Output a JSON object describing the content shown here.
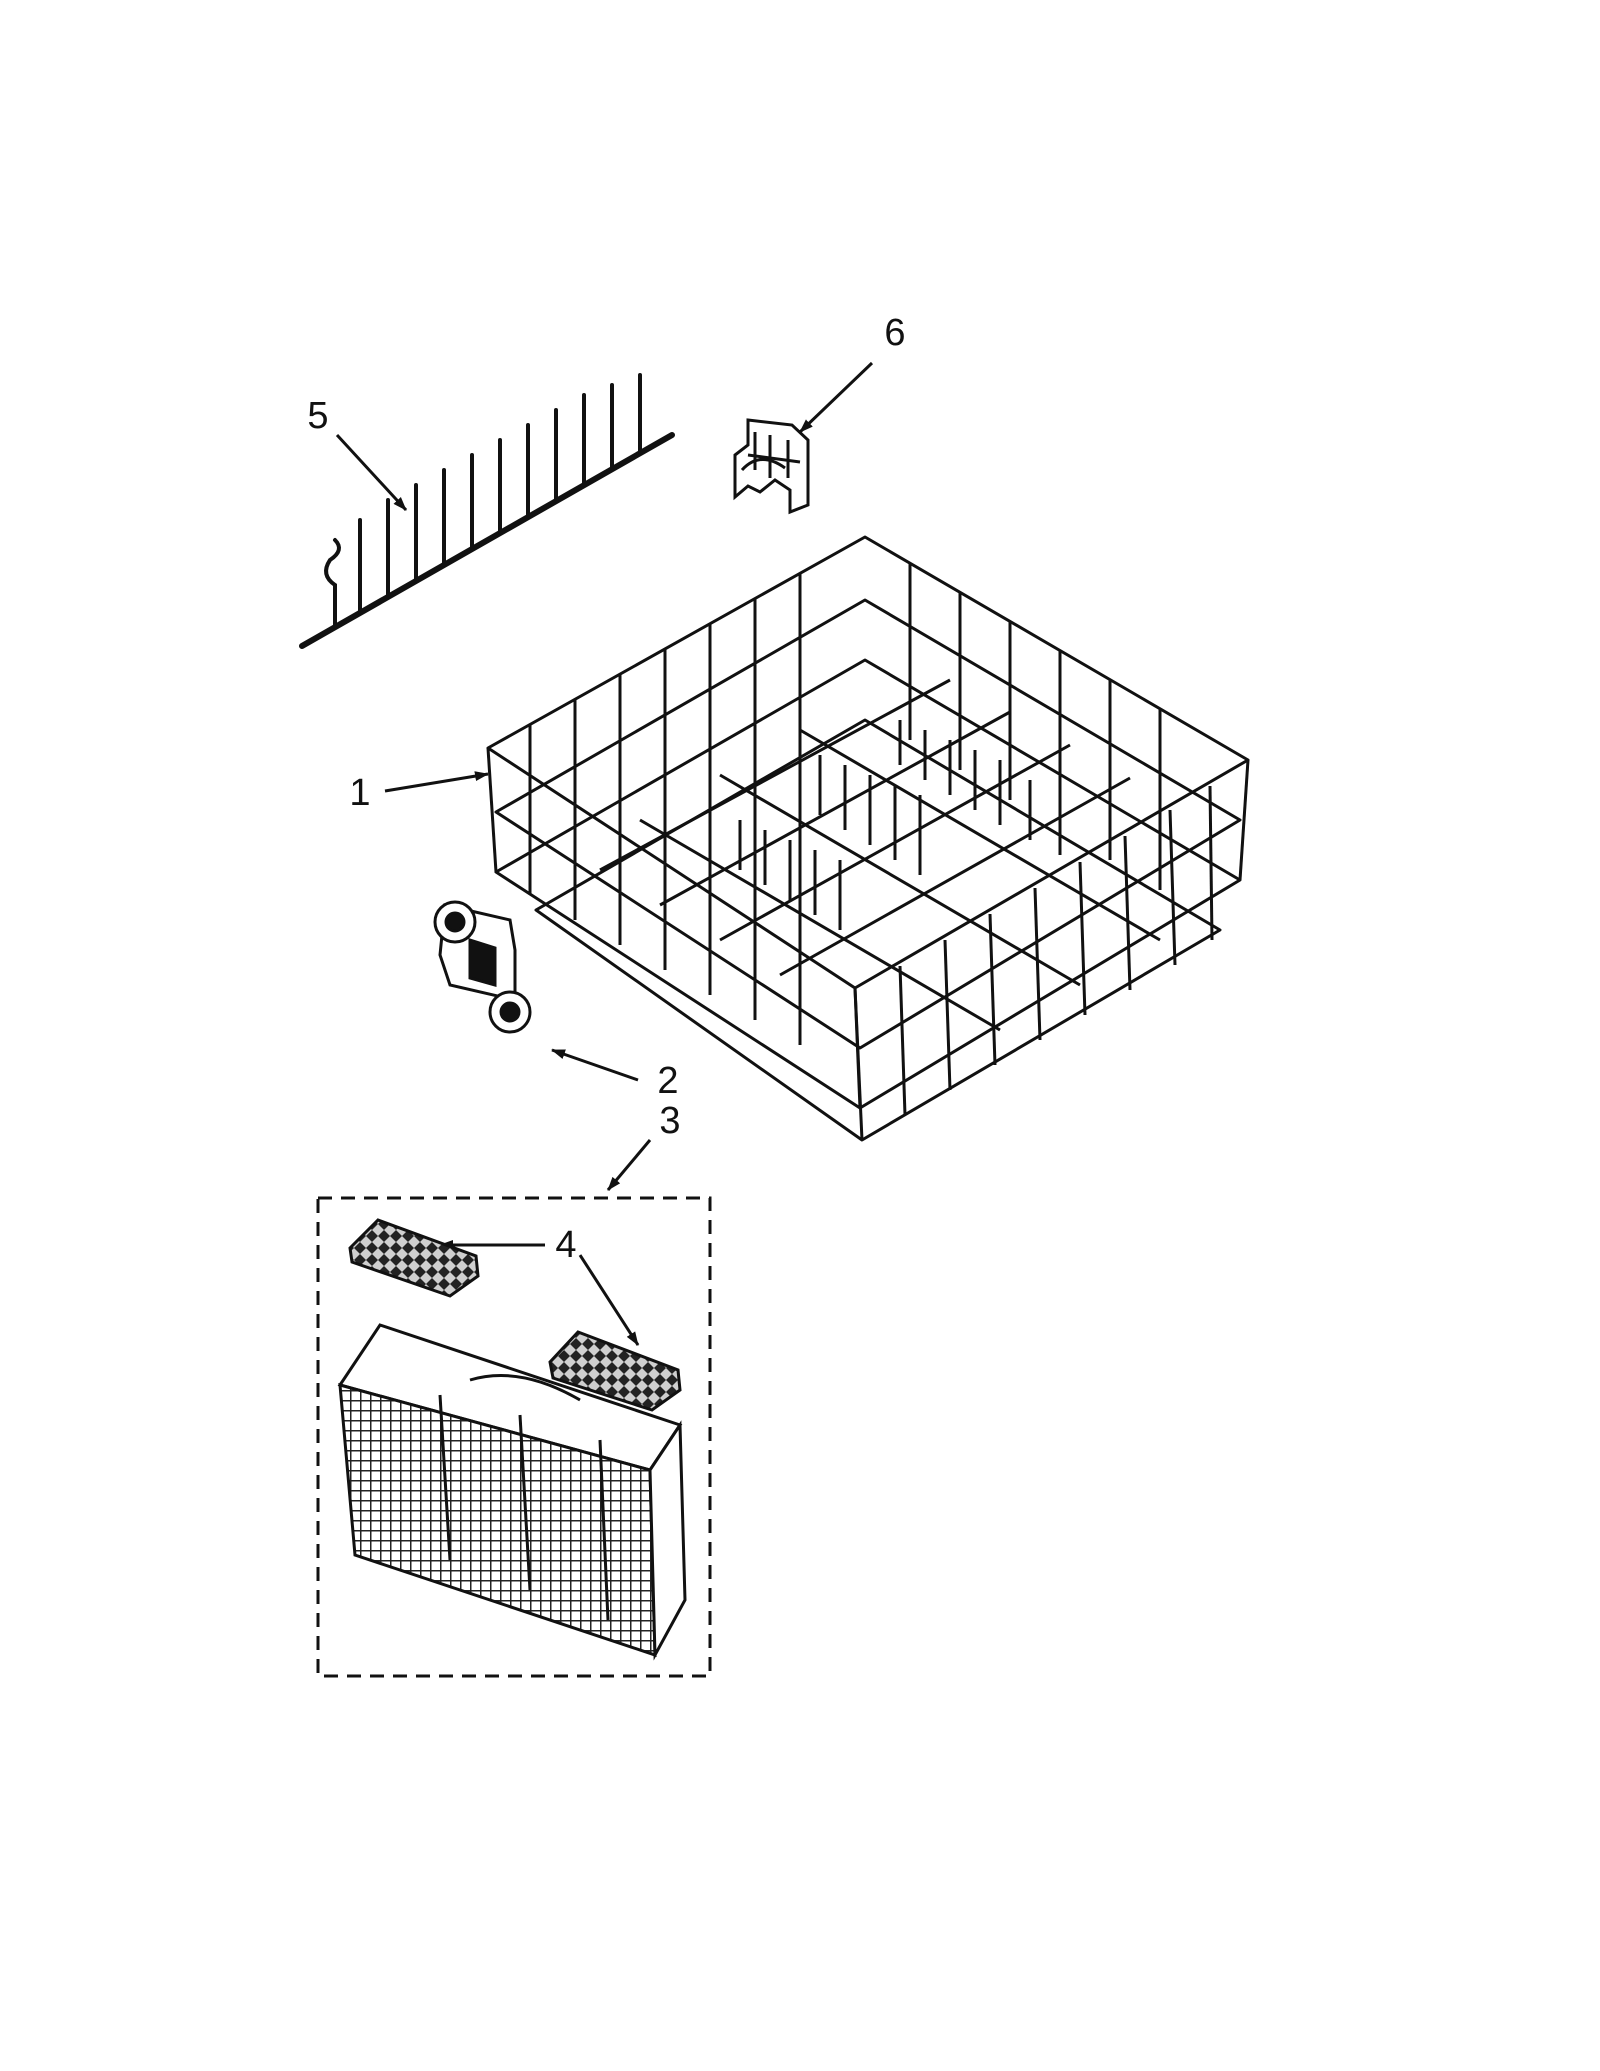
{
  "diagram": {
    "callouts": [
      {
        "id": "1",
        "text": "1"
      },
      {
        "id": "2",
        "text": "2"
      },
      {
        "id": "3",
        "text": "3"
      },
      {
        "id": "4",
        "text": "4"
      },
      {
        "id": "5",
        "text": "5"
      },
      {
        "id": "6",
        "text": "6"
      }
    ],
    "parts": [
      {
        "callout": "1",
        "icon": "wire-rack-icon"
      },
      {
        "callout": "2",
        "icon": "rack-roller-icon"
      },
      {
        "callout": "3",
        "icon": "silverware-basket-icon"
      },
      {
        "callout": "4",
        "icon": "basket-lid-icon"
      },
      {
        "callout": "5",
        "icon": "tine-row-icon"
      },
      {
        "callout": "6",
        "icon": "rack-clip-icon"
      }
    ],
    "colors": {
      "line": "#111111",
      "background": "#ffffff"
    }
  }
}
